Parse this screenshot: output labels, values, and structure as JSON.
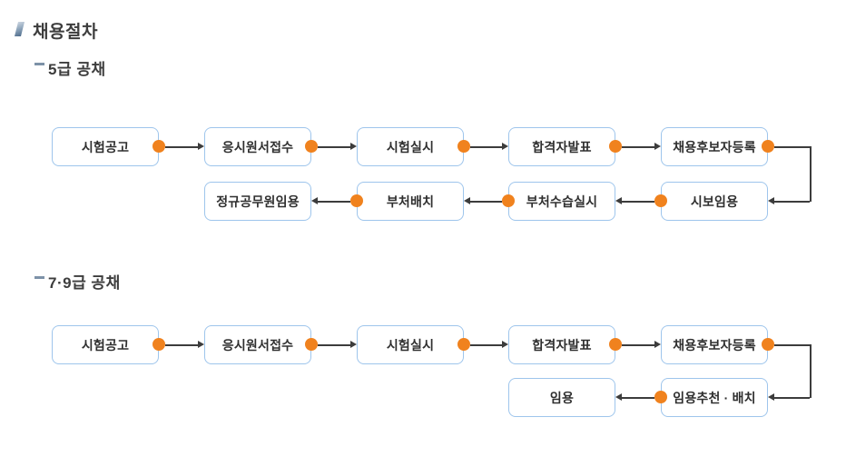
{
  "page": {
    "title": "채용절차"
  },
  "sections": [
    {
      "heading": "5급 공채",
      "rows": [
        {
          "direction": "left-to-right",
          "boxes": [
            "시험공고",
            "응시원서접수",
            "시험실시",
            "합격자발표",
            "채용후보자등록"
          ]
        },
        {
          "direction": "right-to-left",
          "boxes": [
            "시보임용",
            "부처수습실시",
            "부처배치",
            "정규공무원임용"
          ]
        }
      ]
    },
    {
      "heading": "7·9급 공채",
      "rows": [
        {
          "direction": "left-to-right",
          "boxes": [
            "시험공고",
            "응시원서접수",
            "시험실시",
            "합격자발표",
            "채용후보자등록"
          ]
        },
        {
          "direction": "right-to-left",
          "boxes": [
            "임용추천 · 배치",
            "임용"
          ]
        }
      ]
    }
  ],
  "colors": {
    "accent_orange": "#f0821e",
    "box_border_blue": "#9ec5ec",
    "heading_icon_blue": "#4f6d8c",
    "arrow": "#3c3c3c",
    "heading_text": "#3d3d3d"
  }
}
